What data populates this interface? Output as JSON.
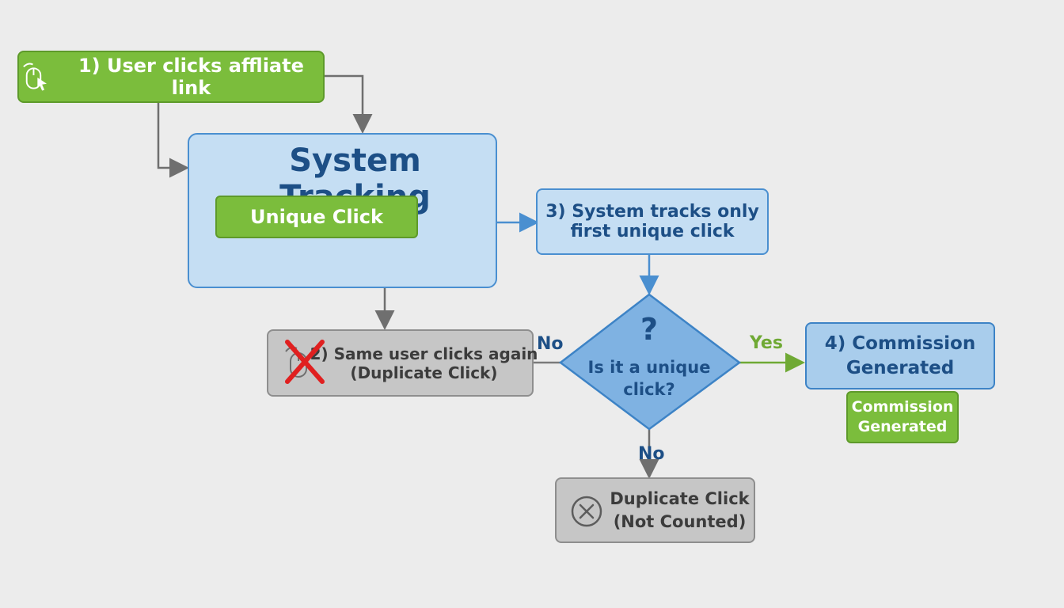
{
  "step1": {
    "label": "1) User clicks affliate link",
    "icon": "mouse-click-icon"
  },
  "tracking": {
    "title": "System Tracking",
    "chip": "Unique Click"
  },
  "step3": {
    "line1": "3) System tracks only",
    "line2": "first unique click"
  },
  "step2": {
    "line1": "2) Same user clicks again",
    "line2": "(Duplicate Click)",
    "icon": "mouse-crossed-icon"
  },
  "decision": {
    "symbol": "?",
    "line1": "Is it a unique",
    "line2": "click?"
  },
  "edges": {
    "no_left": "No",
    "yes": "Yes",
    "no_down": "No"
  },
  "step4": {
    "line1": "4) Commission",
    "line2": "Generated"
  },
  "badge": {
    "line1": "Commission",
    "line2": "Generated"
  },
  "duplicate": {
    "line1": "Duplicate Click",
    "line2": "(Not Counted)",
    "icon": "circle-x-icon"
  },
  "colors": {
    "green": "#7bbd3c",
    "blue": "#4a8fd0",
    "gray": "#8e8e8e",
    "red": "#e02020",
    "background": "#ececec"
  }
}
